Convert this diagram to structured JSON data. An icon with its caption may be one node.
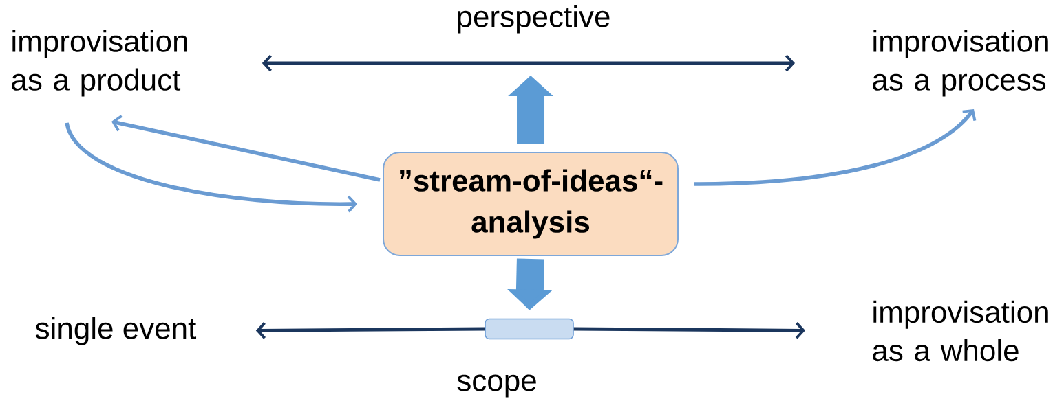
{
  "diagram": {
    "nodes": [
      {
        "text": [
          "improvisation as a product"
        ]
      },
      {
        "text": [
          "improvisation as a process"
        ]
      },
      {
        "text": [
          "”stream-of-ideas“- analysis"
        ]
      },
      {
        "text": [
          "single event"
        ]
      },
      {
        "text": [
          "improvisation as a whole"
        ]
      },
      {
        "text": [],
        "shape": "bar"
      }
    ],
    "edges": [
      {
        "from": 0,
        "to": 1,
        "arrow": "both",
        "label": "perspective",
        "color": "#1b365d"
      },
      {
        "from": 5,
        "to": 3,
        "arrow": "to",
        "color": "#1b365d"
      },
      {
        "from": 5,
        "to": 4,
        "arrow": "to",
        "color": "#1b365d"
      },
      {
        "from": 2,
        "to": 0,
        "arrow": "to",
        "color": "#6a9bd2"
      },
      {
        "from": 0,
        "to": 2,
        "arrow": "to",
        "color": "#6a9bd2"
      },
      {
        "from": 2,
        "to": 1,
        "arrow": "to",
        "color": "#6a9bd2"
      },
      {
        "from": 2,
        "to": null,
        "arrow": "to",
        "style": "thick",
        "color": "#5b9bd5"
      },
      {
        "from": 2,
        "to": 5,
        "arrow": "to",
        "style": "thick",
        "color": "#5b9bd5"
      }
    ],
    "labels": [
      "scope"
    ]
  }
}
